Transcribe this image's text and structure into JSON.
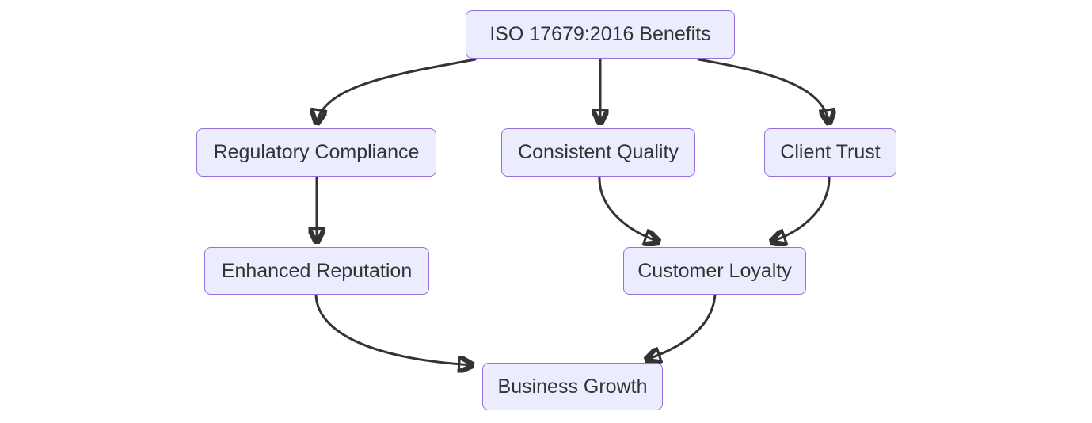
{
  "diagram": {
    "type": "flowchart",
    "direction": "top-down",
    "colors": {
      "background": "#FFFFFF",
      "node_fill": "#ECECFF",
      "node_border": "#9370DB",
      "node_text": "#333333",
      "edge": "#333333"
    },
    "nodes": [
      {
        "id": "benefits",
        "label": "ISO 17679:2016 Benefits"
      },
      {
        "id": "regulatory",
        "label": "Regulatory Compliance"
      },
      {
        "id": "quality",
        "label": "Consistent Quality"
      },
      {
        "id": "trust",
        "label": "Client Trust"
      },
      {
        "id": "reputation",
        "label": "Enhanced Reputation"
      },
      {
        "id": "loyalty",
        "label": "Customer Loyalty"
      },
      {
        "id": "growth",
        "label": "Business Growth"
      }
    ],
    "edges": [
      {
        "from": "benefits",
        "to": "regulatory"
      },
      {
        "from": "benefits",
        "to": "quality"
      },
      {
        "from": "benefits",
        "to": "trust"
      },
      {
        "from": "regulatory",
        "to": "reputation"
      },
      {
        "from": "quality",
        "to": "loyalty"
      },
      {
        "from": "trust",
        "to": "loyalty"
      },
      {
        "from": "reputation",
        "to": "growth"
      },
      {
        "from": "loyalty",
        "to": "growth"
      }
    ]
  }
}
